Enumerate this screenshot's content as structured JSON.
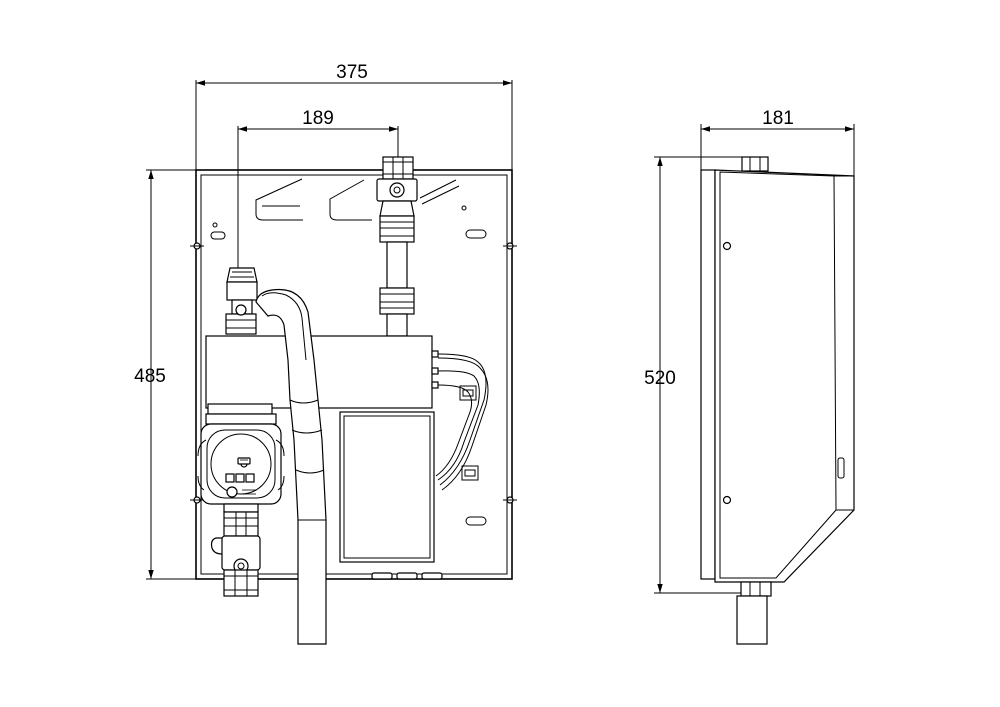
{
  "dimensions": {
    "front_width": "375",
    "front_offset": "189",
    "front_height": "485",
    "side_width": "181",
    "side_height": "520"
  }
}
